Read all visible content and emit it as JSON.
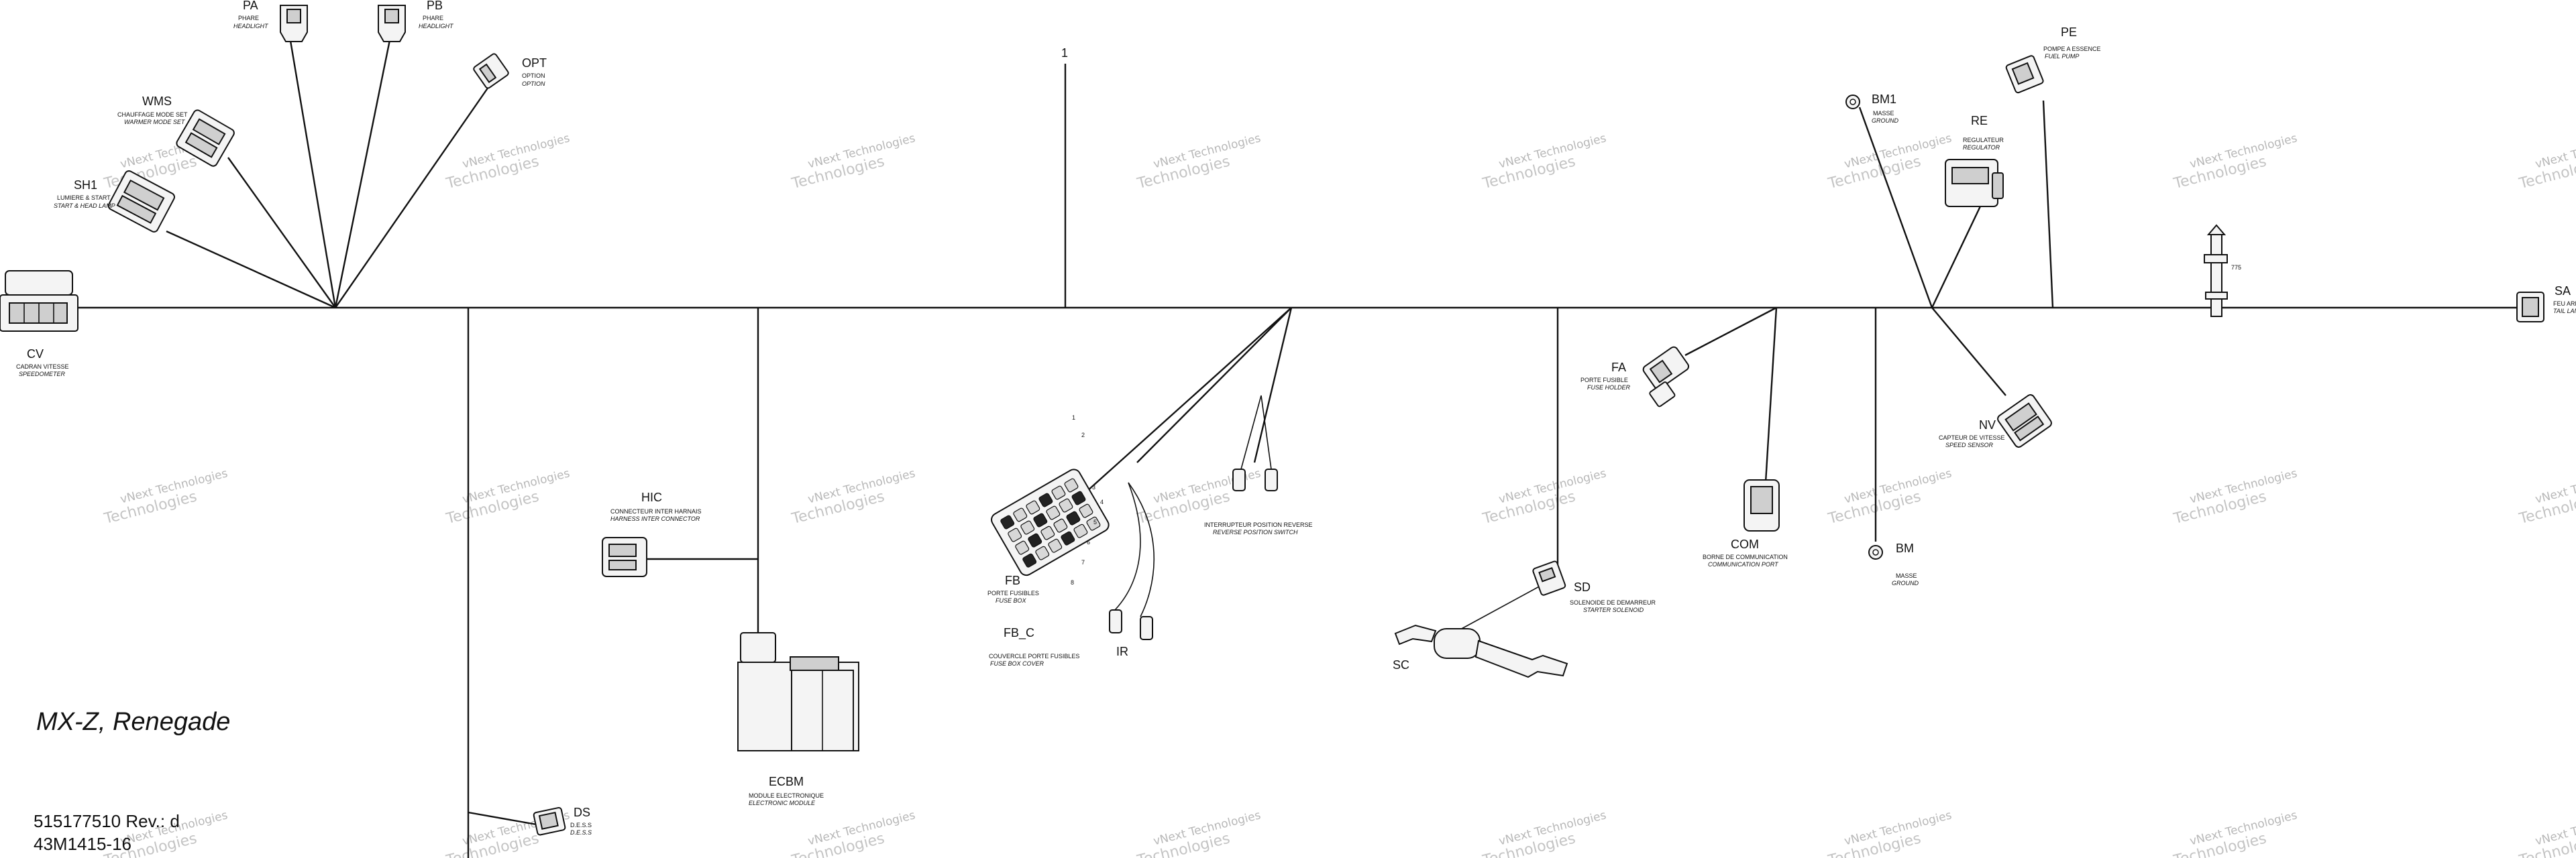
{
  "diagram": {
    "model": "MX-Z, Renegade",
    "part_number": "515177510 Rev.: d",
    "drawing_ref": "43M1415-16",
    "main_harness_ref": "1",
    "wire_number": "775",
    "watermark_line1": "vNext",
    "watermark_line2": "Technologies"
  },
  "connectors": {
    "PA": {
      "code": "PA",
      "fr": "PHARE",
      "en": "HEADLIGHT"
    },
    "PB": {
      "code": "PB",
      "fr": "PHARE",
      "en": "HEADLIGHT"
    },
    "OPT": {
      "code": "OPT",
      "fr": "OPTION",
      "en": "OPTION"
    },
    "WMS": {
      "code": "WMS",
      "fr": "CHAUFFAGE MODE SET",
      "en": "WARMER MODE SET"
    },
    "SH1": {
      "code": "SH1",
      "fr": "LUMIERE & START",
      "en": "START & HEAD LAMP"
    },
    "CV": {
      "code": "CV",
      "fr": "CADRAN VITESSE",
      "en": "SPEEDOMETER"
    },
    "HIC": {
      "code": "HIC",
      "fr": "CONNECTEUR INTER HARNAIS",
      "en": "HARNESS INTER CONNECTOR"
    },
    "ECBM": {
      "code": "ECBM",
      "fr": "MODULE ELECTRONIQUE",
      "en": "ELECTRONIC MODULE"
    },
    "DS": {
      "code": "DS",
      "fr": "D.E.S.S",
      "en": "D.E.S.S"
    },
    "FB": {
      "code": "FB",
      "fr": "PORTE FUSIBLES",
      "en": "FUSE BOX"
    },
    "FB_C": {
      "code": "FB_C",
      "fr": "COUVERCLE PORTE FUSIBLES",
      "en": "FUSE BOX COVER"
    },
    "IR": {
      "code": "IR",
      "fr": "INTERRUPTEUR POSITION REVERSE",
      "en": "REVERSE POSITION SWITCH"
    },
    "SC": {
      "code": "SC"
    },
    "SD": {
      "code": "SD",
      "fr": "SOLENOIDE DE DEMARREUR",
      "en": "STARTER SOLENOID"
    },
    "FA": {
      "code": "FA",
      "fr": "PORTE FUSIBLE",
      "en": "FUSE HOLDER"
    },
    "COM": {
      "code": "COM",
      "fr": "BORNE DE COMMUNICATION",
      "en": "COMMUNICATION PORT"
    },
    "BM": {
      "code": "BM",
      "fr": "MASSE",
      "en": "GROUND"
    },
    "BM1": {
      "code": "BM1",
      "fr": "MASSE",
      "en": "GROUND"
    },
    "RE": {
      "code": "RE",
      "fr": "REGULATEUR",
      "en": "REGULATOR"
    },
    "PE": {
      "code": "PE",
      "fr": "POMPE A ESSENCE",
      "en": "FUEL PUMP"
    },
    "NV": {
      "code": "NV",
      "fr": "CAPTEUR DE VITESSE",
      "en": "SPEED SENSOR"
    },
    "SA": {
      "code": "SA",
      "fr": "FEU ARR",
      "en": "TAIL LAM"
    }
  },
  "fuse_positions": [
    "1",
    "2",
    "3",
    "4",
    "5",
    "6",
    "7",
    "8"
  ]
}
